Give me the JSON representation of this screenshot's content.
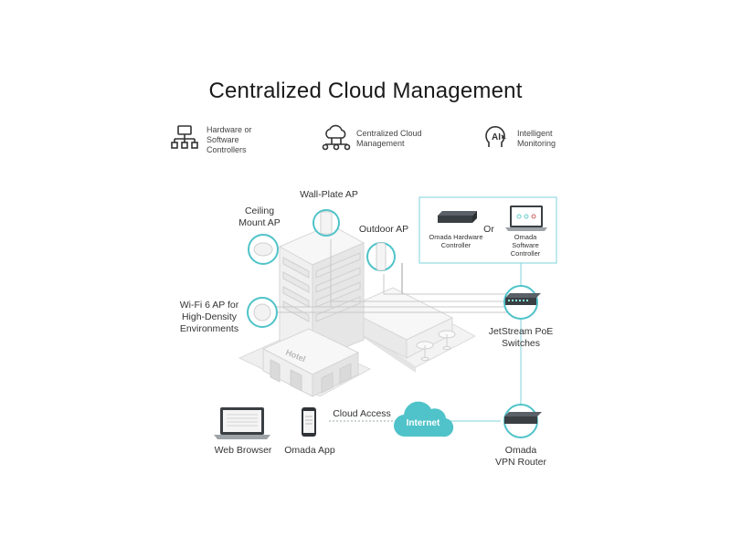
{
  "title": "Centralized Cloud Management",
  "features": [
    {
      "icon": "hierarchy-controller-icon",
      "label_lines": [
        "Hardware or",
        "Software",
        "Controllers"
      ]
    },
    {
      "icon": "cloud-network-icon",
      "label_lines": [
        "Centralized Cloud",
        "Management"
      ]
    },
    {
      "icon": "ai-brain-icon",
      "icon_text": "AI",
      "label_lines": [
        "Intelligent",
        "Monitoring"
      ]
    }
  ],
  "labels": {
    "wall_plate_ap": "Wall-Plate AP",
    "ceiling_mount_ap": [
      "Ceiling",
      "Mount AP"
    ],
    "outdoor_ap": "Outdoor AP",
    "wifi6_ap": [
      "Wi-Fi 6 AP for",
      "High-Density",
      "Environments"
    ],
    "or": "Or",
    "hardware_controller": [
      "Omada Hardware",
      "Controller"
    ],
    "software_controller": [
      "Omada",
      "Software",
      "Controller"
    ],
    "switches": [
      "JetStream PoE",
      "Switches"
    ],
    "web_browser": "Web Browser",
    "omada_app": "Omada App",
    "cloud_access": "Cloud Access",
    "internet": "Internet",
    "vpn_router": [
      "Omada",
      "VPN Router"
    ],
    "building_sign": "Hotel"
  },
  "colors": {
    "accent": "#4fc3c9",
    "accent_line": "#7fd3d8",
    "device_dark": "#3a3f44",
    "building_light": "#f2f2f2",
    "building_shade": "#e3e3e3"
  }
}
